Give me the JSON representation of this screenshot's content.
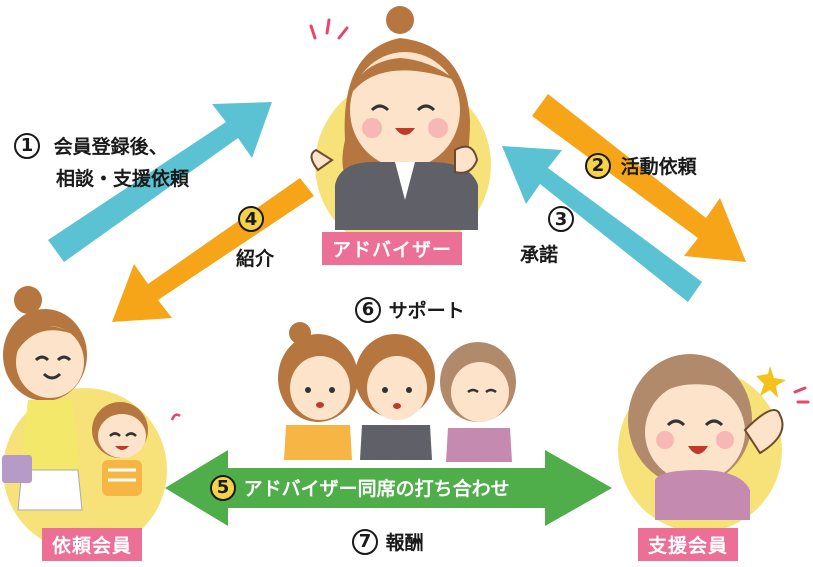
{
  "colors": {
    "blue_arrow": "#5bc2d3",
    "orange_arrow": "#f5a517",
    "green_arrow": "#4fae4a",
    "badge_pink": "#ec6f95",
    "circle_yellow": "#f7e27a"
  },
  "roles": {
    "advisor": "アドバイザー",
    "requester": "依頼会員",
    "supporter": "支援会員"
  },
  "steps": [
    {
      "num": "1",
      "text": "会員登録後、",
      "text2": "相談・支援依頼"
    },
    {
      "num": "2",
      "text": "活動依頼"
    },
    {
      "num": "3",
      "text": "承諾"
    },
    {
      "num": "4",
      "text": "紹介"
    },
    {
      "num": "5",
      "text": "アドバイザー同席の打ち合わせ"
    },
    {
      "num": "6",
      "text": "サポート"
    },
    {
      "num": "7",
      "text": "報酬"
    }
  ]
}
